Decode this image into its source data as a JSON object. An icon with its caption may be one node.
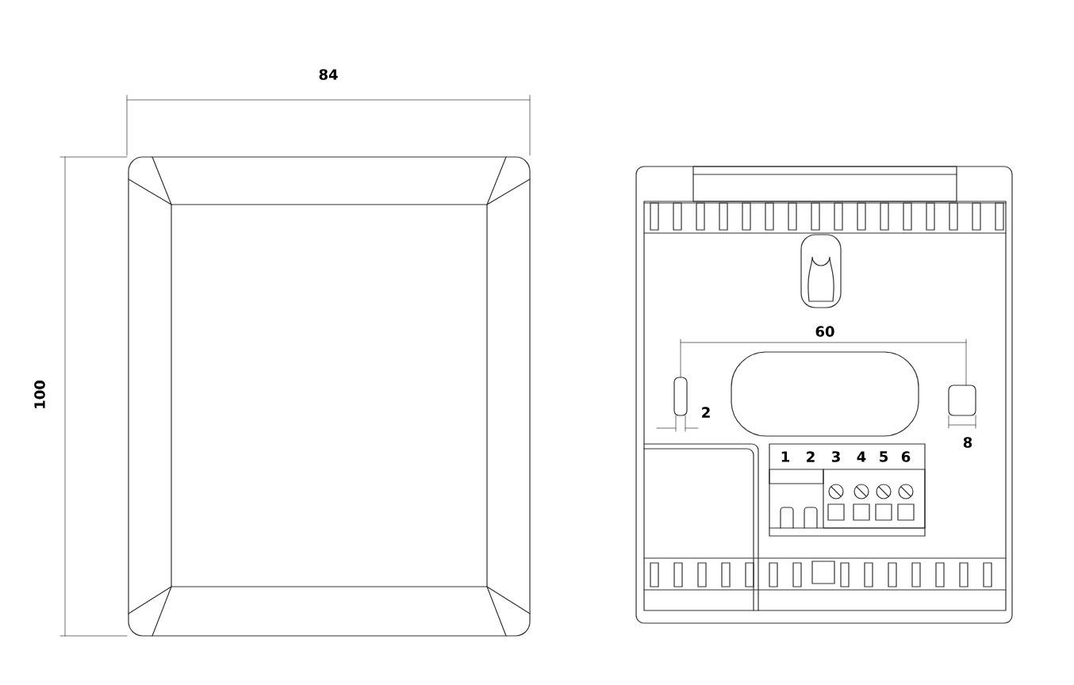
{
  "diagram": {
    "labels": [
      "84",
      "100",
      "60",
      "2",
      "8",
      "1",
      "2",
      "3",
      "4",
      "5",
      "6"
    ]
  }
}
